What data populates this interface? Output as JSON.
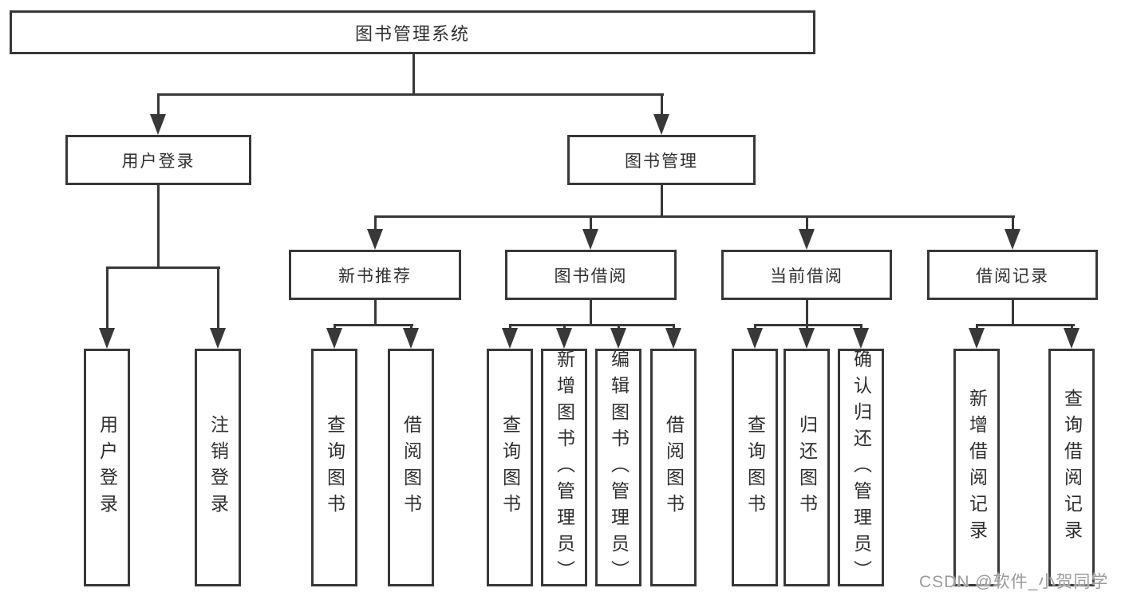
{
  "watermark": "CSDN @软件_小贺同学",
  "colors": {
    "line": "#383838",
    "text": "#2e2e2e",
    "background": "#ffffff",
    "watermark_gray": "#969696"
  },
  "tree": {
    "label": "图书管理系统",
    "children": [
      {
        "label": "用户登录",
        "children": [
          {
            "label": "用户登录"
          },
          {
            "label": "注销登录"
          }
        ]
      },
      {
        "label": "图书管理",
        "children": [
          {
            "label": "新书推荐",
            "children": [
              {
                "label": "查询图书"
              },
              {
                "label": "借阅图书"
              }
            ]
          },
          {
            "label": "图书借阅",
            "children": [
              {
                "label": "查询图书"
              },
              {
                "label": "新增图书（管理员）"
              },
              {
                "label": "编辑图书（管理员）"
              },
              {
                "label": "借阅图书"
              }
            ]
          },
          {
            "label": "当前借阅",
            "children": [
              {
                "label": "查询图书"
              },
              {
                "label": "归还图书"
              },
              {
                "label": "确认归还（管理员）"
              }
            ]
          },
          {
            "label": "借阅记录",
            "children": [
              {
                "label": "新增借阅记录"
              },
              {
                "label": "查询借阅记录"
              }
            ]
          }
        ]
      }
    ]
  }
}
